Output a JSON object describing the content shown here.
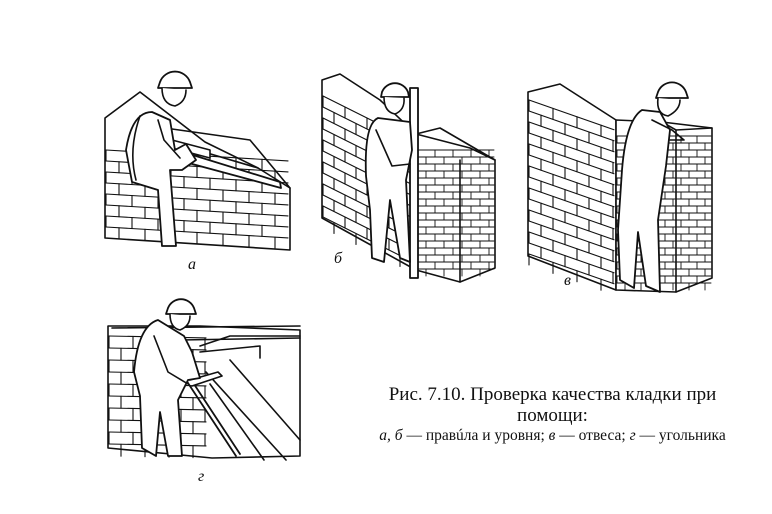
{
  "labels": {
    "a": "а",
    "b": "б",
    "v": "в",
    "g": "г"
  },
  "caption": {
    "title": "Рис. 7.10. Проверка качества кладки при помощи:",
    "a_b": "а, б",
    "dash1": " — правúла и уровня; ",
    "v": "в",
    "dash2": " — отвеса; ",
    "g": "г",
    "dash3": " — угольника"
  },
  "colors": {
    "ink": "#111111",
    "background": "#ffffff"
  }
}
